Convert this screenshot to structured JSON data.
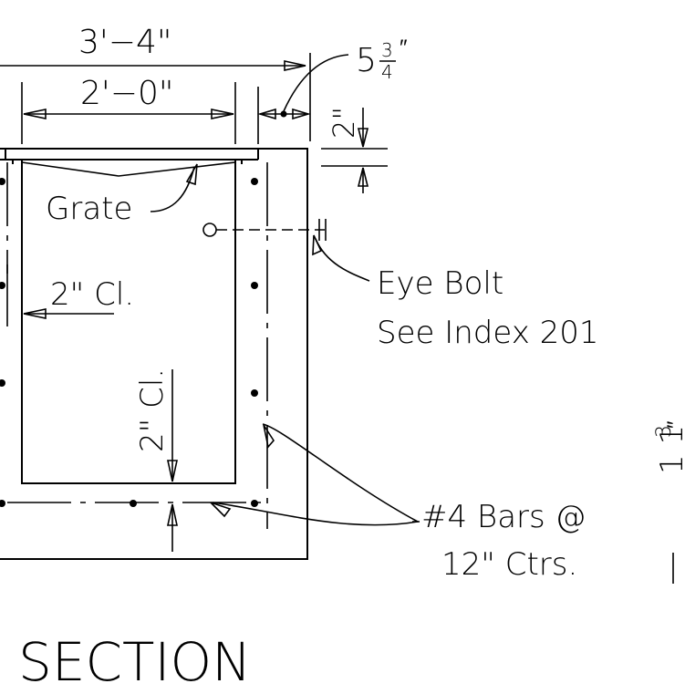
{
  "dims": {
    "overall_width": "3'−4\"",
    "inner_width": "2'−0\"",
    "wall_offset_whole": "5",
    "wall_offset_num": "3",
    "wall_offset_den": "4",
    "wall_offset_unit": "″",
    "grate_thickness": "2\"",
    "right_partial_whole": "1 1",
    "right_partial_num": "3",
    "right_partial_unit": "″"
  },
  "labels": {
    "grate": "Grate",
    "clearance_side": "2\"  Cl.",
    "clearance_bottom": "2\"  Cl.",
    "eye_bolt_line1": "Eye  Bolt",
    "eye_bolt_line2": "See  Index  201",
    "bars_line1": "#4  Bars  @",
    "bars_line2": "12\"  Ctrs.",
    "section_title": "SECTION"
  }
}
